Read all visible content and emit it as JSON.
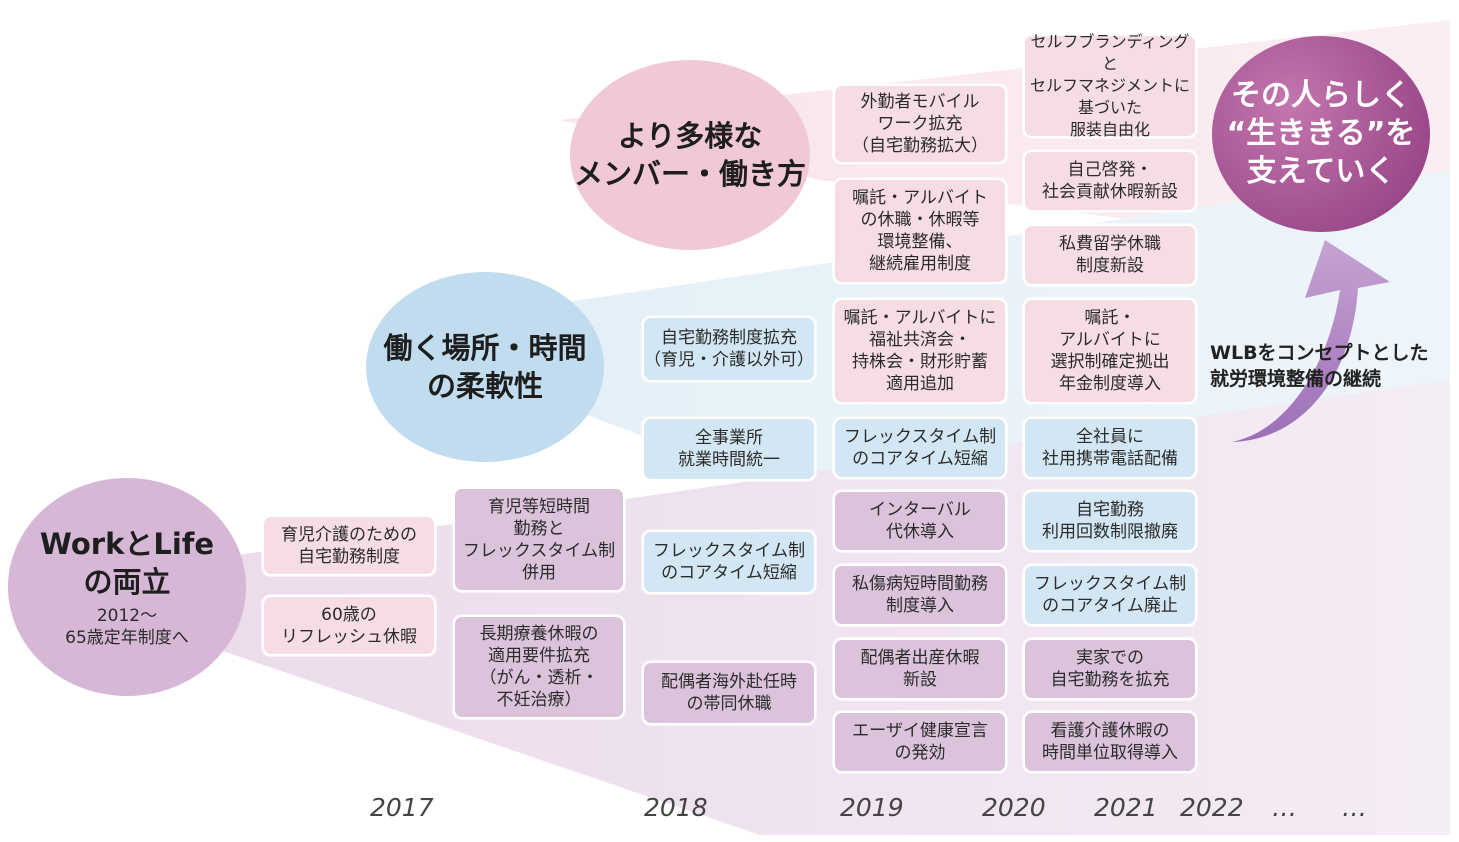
{
  "circles": {
    "work_life": {
      "title": "WorkとLife\nの両立",
      "sub": "2012～\n65歳定年制度へ"
    },
    "flexible": {
      "title": "働く場所・時間\nの柔軟性"
    },
    "diverse": {
      "title": "より多様な\nメンバー・働き方"
    },
    "goal": {
      "title": "その人らしく\n“生ききる”を\n支えていく"
    }
  },
  "boxes": {
    "c2017a": [
      "育児介護のための\n自宅勤務制度",
      "60歳の\nリフレッシュ休暇"
    ],
    "c2017b": [
      "育児等短時間\n勤務と\nフレックスタイム制\n併用",
      "長期療養休暇の\n適用要件拡充\n（がん・透析・\n不妊治療）"
    ],
    "c2018": [
      "自宅勤務制度拡充\n（育児・介護以外可）",
      "全事業所\n就業時間統一",
      "フレックスタイム制\nのコアタイム短縮",
      "配偶者海外赴任時\nの帯同休職"
    ],
    "c2019": [
      "外勤者モバイル\nワーク拡充\n（自宅勤務拡大）",
      "嘱託・アルバイト\nの休職・休暇等\n環境整備、\n継続雇用制度",
      "嘱託・アルバイトに\n福祉共済会・\n持株会・財形貯蓄\n適用追加",
      "フレックスタイム制\nのコアタイム短縮",
      "インターバル\n代休導入",
      "私傷病短時間勤務\n制度導入",
      "配偶者出産休暇\n新設",
      "エーザイ健康宣言\nの発効"
    ],
    "c2020": [
      "セルフブランディングと\nセルフマネジメントに\n基づいた\n服装自由化",
      "自己啓発・\n社会貢献休暇新設",
      "私費留学休職\n制度新設",
      "嘱託・\nアルバイトに\n選択制確定拠出\n年金制度導入",
      "全社員に\n社用携帯電話配備",
      "自宅勤務\n利用回数制限撤廃",
      "フレックスタイム制\nのコアタイム廃止",
      "実家での\n自宅勤務を拡充",
      "看護介護休暇の\n時間単位取得導入"
    ]
  },
  "wlb_label": "WLBをコンセプトとした\n就労環境整備の継続",
  "years": [
    "2017",
    "2018",
    "2019",
    "2020",
    "2021",
    "2022",
    "…",
    "…"
  ],
  "colors": {
    "pink": "#f6dde4",
    "blue": "#d2e7f3",
    "purple": "#dcc3dc",
    "goal": "#a2508f",
    "arrow": "#b690c6"
  }
}
